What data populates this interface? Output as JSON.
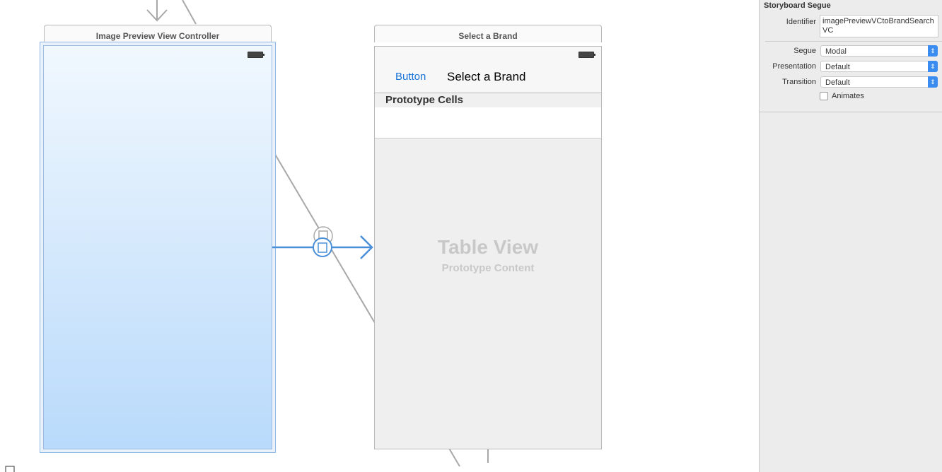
{
  "scenes": [
    {
      "title": "Image Preview View Controller"
    },
    {
      "title": "Select a Brand",
      "nav_button": "Button",
      "nav_title": "Select a Brand",
      "section_header": "Prototype Cells",
      "placeholder_title": "Table View",
      "placeholder_subtitle": "Prototype Content"
    }
  ],
  "inspector": {
    "section_title": "Storyboard Segue",
    "identifier_label": "Identifier",
    "identifier_value": "imagePreviewVCtoBrandSearchVC",
    "segue_label": "Segue",
    "segue_value": "Modal",
    "presentation_label": "Presentation",
    "presentation_value": "Default",
    "transition_label": "Transition",
    "transition_value": "Default",
    "animates_label": "Animates",
    "animates_checked": false
  },
  "colors": {
    "segue_selected": "#4a90d9",
    "segue_line": "#a8a8a8"
  }
}
